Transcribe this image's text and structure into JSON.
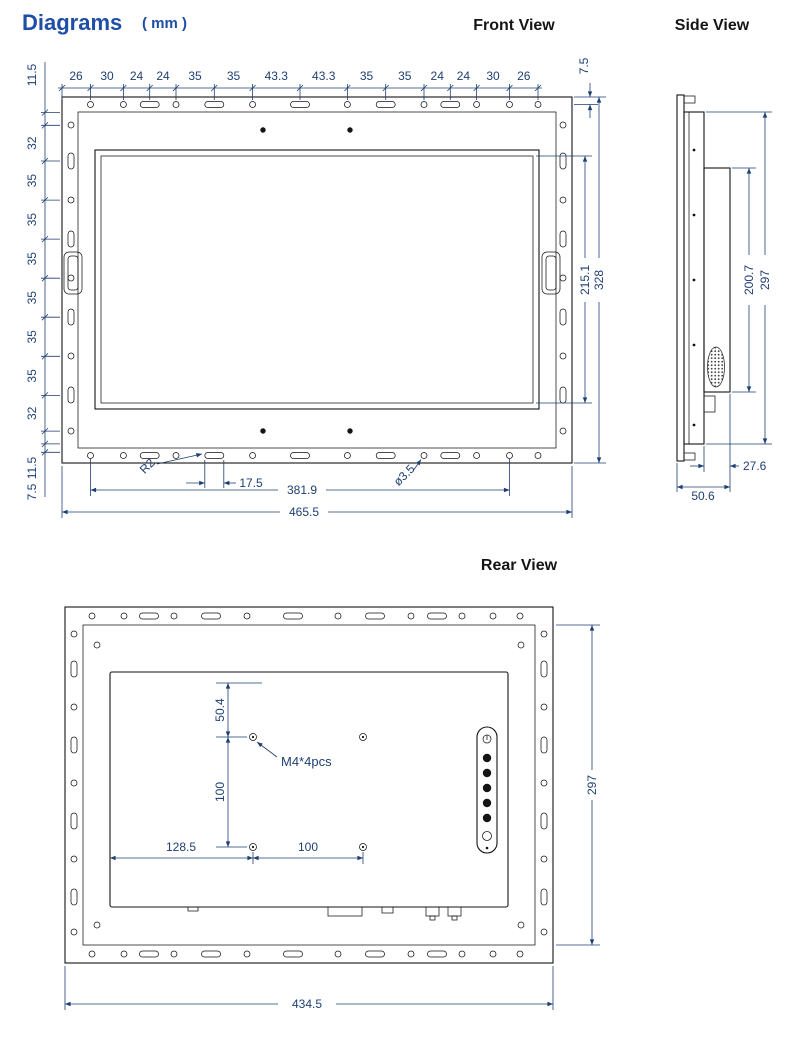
{
  "header": {
    "title": "Diagrams",
    "unit": "( mm )",
    "front_label": "Front View",
    "side_label": "Side View",
    "rear_label": "Rear View"
  },
  "front": {
    "top_chain": [
      "26",
      "30",
      "24",
      "24",
      "35",
      "35",
      "43.3",
      "43.3",
      "35",
      "35",
      "24",
      "24",
      "30",
      "26"
    ],
    "top_offset": "7.5",
    "left_top": "11.5",
    "left_chain": [
      "32",
      "35",
      "35",
      "35",
      "35",
      "35",
      "35",
      "32"
    ],
    "left_bottom": "11.5",
    "left_bottom_offset": "7.5",
    "screen_height": "215.1",
    "outer_height": "328",
    "corner_radius": "R2",
    "slot_length": "17.5",
    "hole_span": "381.9",
    "hole_dia": "ø3.5",
    "outer_width": "465.5"
  },
  "side": {
    "rear_section_height": "200.7",
    "height": "297",
    "rear_depth": "27.6",
    "total_depth": "50.6"
  },
  "rear": {
    "vesa_top_offset": "50.4",
    "vesa_vertical": "100",
    "vesa_note": "M4*4pcs",
    "vesa_left_offset": "128.5",
    "vesa_horizontal": "100",
    "height": "297",
    "width": "434.5"
  },
  "colors": {
    "dimension": "#1f3f73",
    "title_blue": "#1e4ea8",
    "line_black": "#141414"
  }
}
